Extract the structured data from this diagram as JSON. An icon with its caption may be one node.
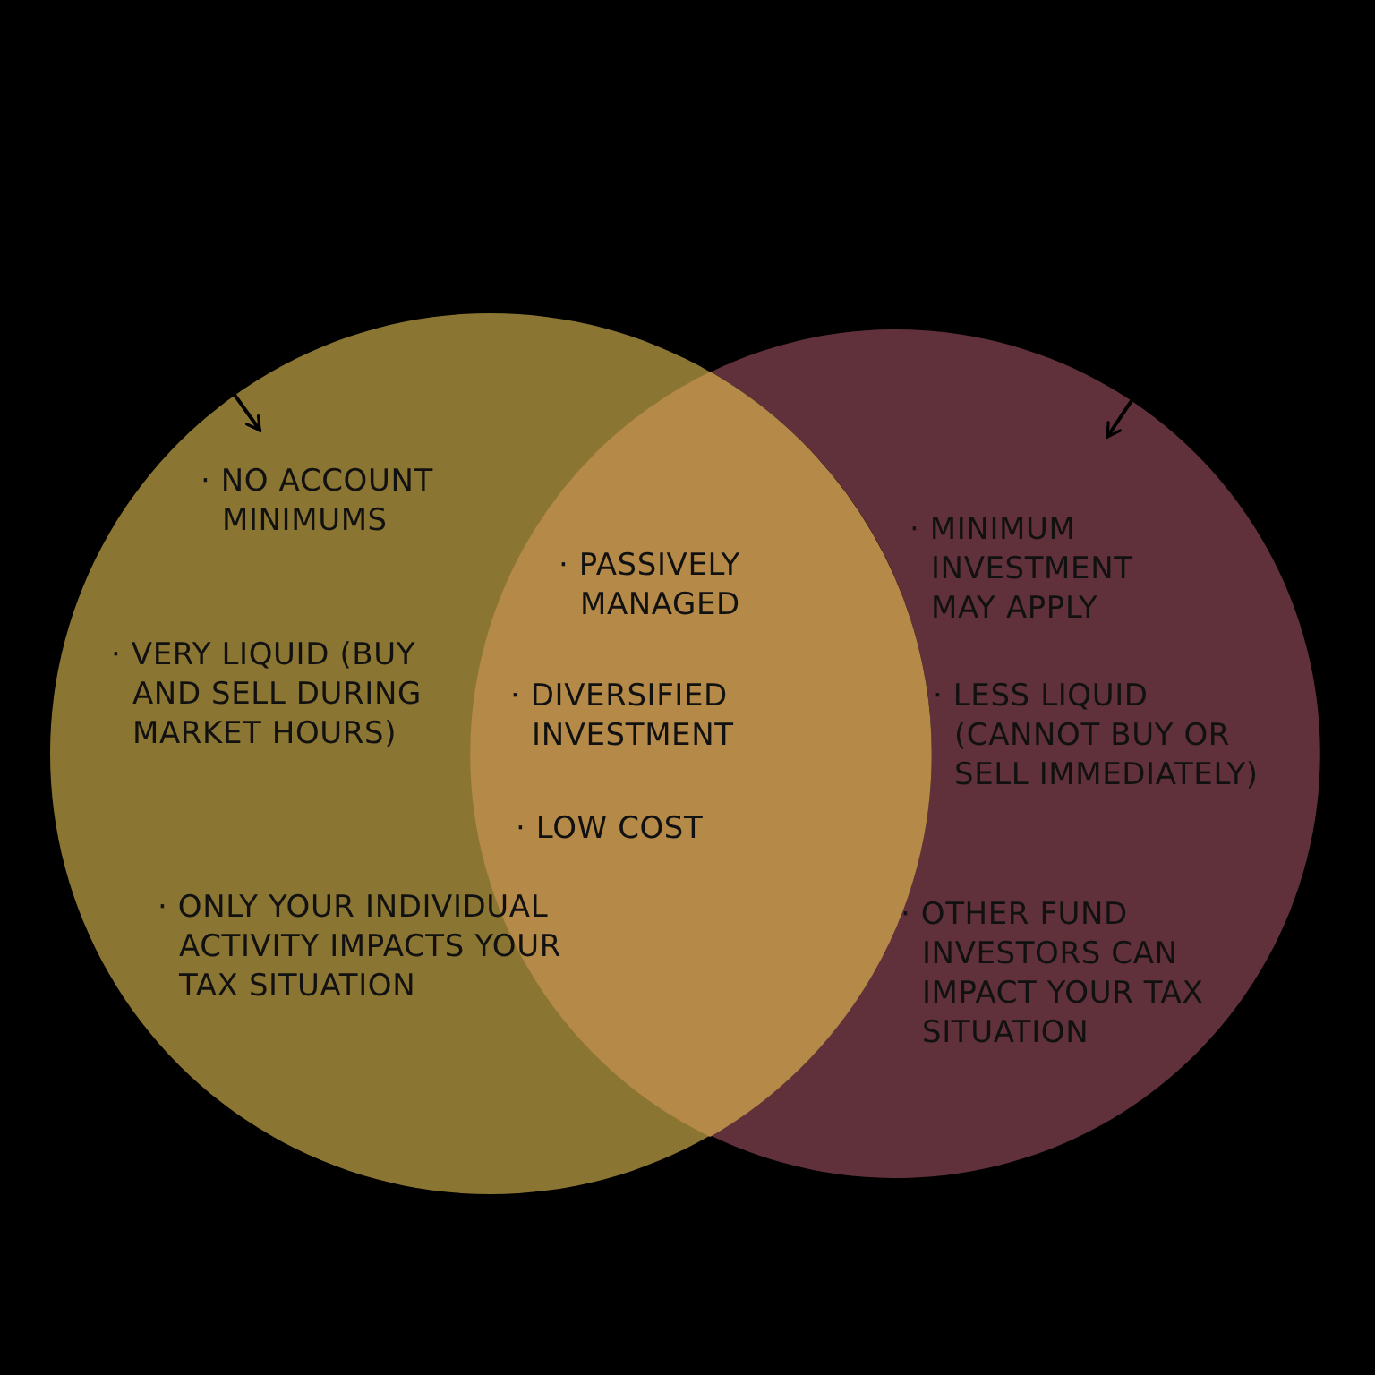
{
  "diagram": {
    "nodes": [
      {
        "text": [
          "· NO ACCOUNT MINIMUMS",
          "· VERY LIQUID (BUY AND SELL DURING MARKET HOURS)",
          "· ONLY YOUR INDIVIDUAL ACTIVITY IMPACTS YOUR TAX SITUATION"
        ]
      },
      {
        "text": [
          "· MINIMUM INVESTMENT MAY APPLY",
          "· LESS LIQUID (CANNOT BUY OR SELL IMMEDIATELY)",
          "· OTHER FUND INVESTORS CAN IMPACT YOUR TAX SITUATION"
        ]
      },
      {
        "text": [
          "· PASSIVELY MANAGED",
          "· DIVERSIFIED INVESTMENT",
          "· LOW COST"
        ]
      }
    ],
    "edges": [
      {
        "from": null,
        "to": 0,
        "arrow": "to"
      },
      {
        "from": null,
        "to": 1,
        "arrow": "to"
      }
    ]
  }
}
